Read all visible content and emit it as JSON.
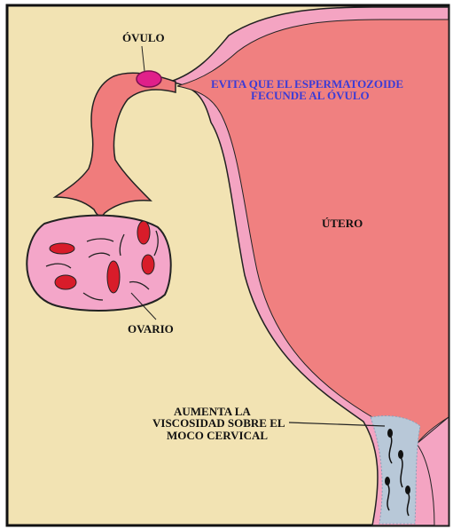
{
  "labels": {
    "ovulo": "ÓVULO",
    "blue_line1": "EVITA QUE EL ESPERMATOZOIDE",
    "blue_line2": "FECUNDE AL ÓVULO",
    "utero": "ÚTERO",
    "ovario": "OVARIO",
    "moco_line1": "AUMENTA LA",
    "moco_line2": "VISCOSIDAD SOBRE EL",
    "moco_line3": "MOCO CERVICAL"
  },
  "colors": {
    "background": "#f2e3b3",
    "frame": "#111111",
    "uterus": "#f08080",
    "uterus_lining": "#f4a4c2",
    "tube": "#f07c7c",
    "ovum": "#e0208a",
    "ovary": "#f4a6c9",
    "follicle": "#d81c2a",
    "blue_text": "#3b3bd6",
    "mucus": "#b8c8d8"
  }
}
